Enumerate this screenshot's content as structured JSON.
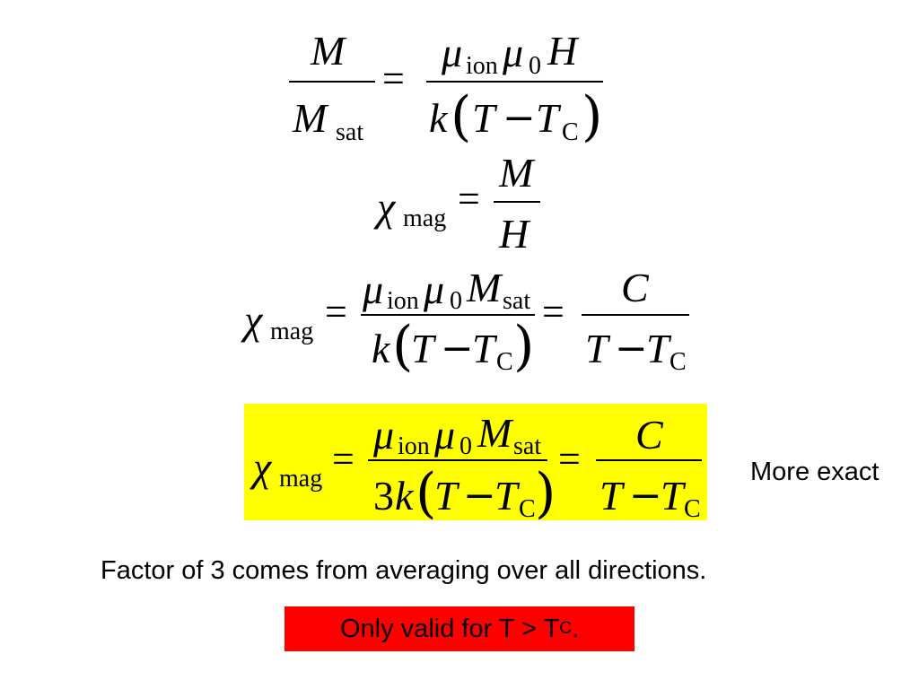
{
  "slide": {
    "symbols": {
      "M": "M",
      "H": "H",
      "k": "k",
      "T": "T",
      "C": "C",
      "three": "3",
      "mu": "μ",
      "chi": "χ",
      "equals": "=",
      "minus": "−",
      "lparen": "(",
      "rparen": ")"
    },
    "subscripts": {
      "sat": "sat",
      "ion": "ion",
      "zero": "0",
      "mag": "mag",
      "C": "C"
    },
    "side_note": "More exact",
    "footnote": "Factor of 3 comes from averaging over all directions.",
    "warning": {
      "text": "Only valid for T > T",
      "subscript": "C",
      "suffix": "."
    },
    "colors": {
      "highlight": "#ffff00",
      "warning_bg": "#ff0000",
      "text": "#000000"
    }
  }
}
